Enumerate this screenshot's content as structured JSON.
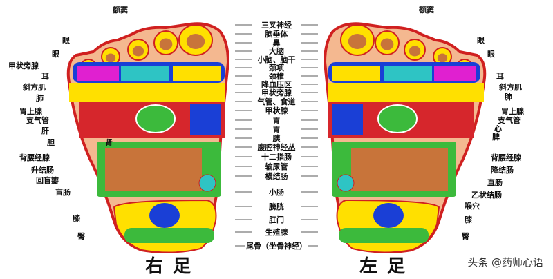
{
  "colors": {
    "outline": "#d02020",
    "heel": "#ffe000",
    "arch": "#3cba3c",
    "intestine": "#c8743a",
    "kidney": "#d6262c",
    "toe_yellow": "#ffe000",
    "blue": "#1a3fd6",
    "cyan": "#2ec4c4",
    "magenta": "#e020d0",
    "flesh": "#f4b890"
  },
  "center_labels": [
    "三叉神经",
    "脑垂体",
    "鼻",
    "大脑",
    "小脑、脑干",
    "颈项",
    "颈椎",
    "降血压区",
    "甲状旁腺",
    "气管、食道",
    "甲状腺",
    "胃",
    "胃",
    "胰",
    "腹腔神经丛",
    "十二指肠",
    "输尿管",
    "横结肠",
    "小肠",
    "膀胱",
    "肛门",
    "生殖腺",
    "尾骨（坐骨神经）"
  ],
  "right_foot": {
    "title": "右足",
    "labels": [
      "额窦",
      "眼",
      "眼",
      "甲状旁腺",
      "耳",
      "斜方肌",
      "肺",
      "胃上腺",
      "支气管",
      "肝",
      "胆",
      "肾",
      "背腰经腺",
      "升结肠",
      "回盲瓣",
      "盲肠",
      "膝",
      "臀"
    ]
  },
  "left_foot": {
    "title": "左足",
    "labels": [
      "额窦",
      "眼",
      "眼",
      "耳",
      "斜方肌",
      "肺",
      "胃上腺",
      "支气管",
      "心",
      "脾",
      "背腰经腺",
      "降结肠",
      "直肠",
      "乙状结肠",
      "喉穴",
      "膝",
      "臀"
    ]
  },
  "watermark": "头条 @药师心语"
}
